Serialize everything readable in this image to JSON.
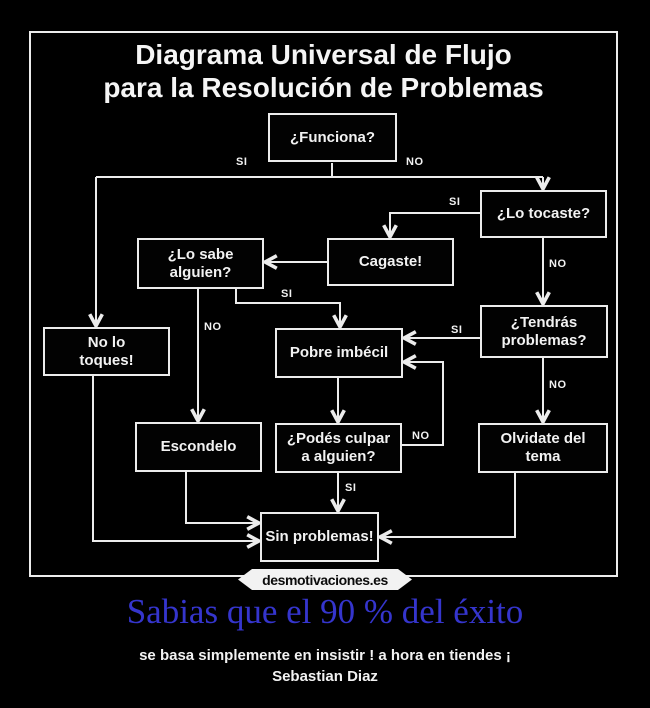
{
  "poster": {
    "watermark": "desmotivaciones.es",
    "caption_title": "Sabias que el 90 % del éxito",
    "caption_line1": "se basa simplemente en insistir ! a hora en tiendes ¡",
    "caption_line2": "Sebastian Diaz",
    "colors": {
      "background": "#000000",
      "line": "#ececec",
      "caption_blue": "#3535cd",
      "text": "#f2f2f2"
    }
  },
  "flowchart": {
    "title_line1": "Diagrama Universal de Flujo",
    "title_line2": "para la Resolución de Problemas",
    "nodes": [
      {
        "id": "funciona",
        "label": "¿Funciona?"
      },
      {
        "id": "lo-tocaste",
        "label": "¿Lo tocaste?"
      },
      {
        "id": "cagaste",
        "label": "Cagaste!"
      },
      {
        "id": "lo-sabe-alguien",
        "label": "¿Lo sabe\nalguien?"
      },
      {
        "id": "no-lo-toques",
        "label": "No lo\ntoques!"
      },
      {
        "id": "pobre-imbecil",
        "label": "Pobre imbécil"
      },
      {
        "id": "tendras-problemas",
        "label": "¿Tendrás\nproblemas?"
      },
      {
        "id": "escondelo",
        "label": "Escondelo"
      },
      {
        "id": "podes-culpar",
        "label": "¿Podés culpar\na alguien?"
      },
      {
        "id": "olvidate-del-tema",
        "label": "Olvidate del\ntema"
      },
      {
        "id": "sin-problemas",
        "label": "Sin problemas!"
      }
    ],
    "edge_labels": [
      {
        "edge": "funciona-si",
        "text": "SI"
      },
      {
        "edge": "funciona-no",
        "text": "NO"
      },
      {
        "edge": "tocaste-si",
        "text": "SI"
      },
      {
        "edge": "tocaste-no",
        "text": "NO"
      },
      {
        "edge": "lo-sabe-si",
        "text": "SI"
      },
      {
        "edge": "lo-sabe-no",
        "text": "NO"
      },
      {
        "edge": "tendras-si",
        "text": "SI"
      },
      {
        "edge": "tendras-no",
        "text": "NO"
      },
      {
        "edge": "podes-no",
        "text": "NO"
      },
      {
        "edge": "podes-si",
        "text": "SI"
      }
    ]
  }
}
